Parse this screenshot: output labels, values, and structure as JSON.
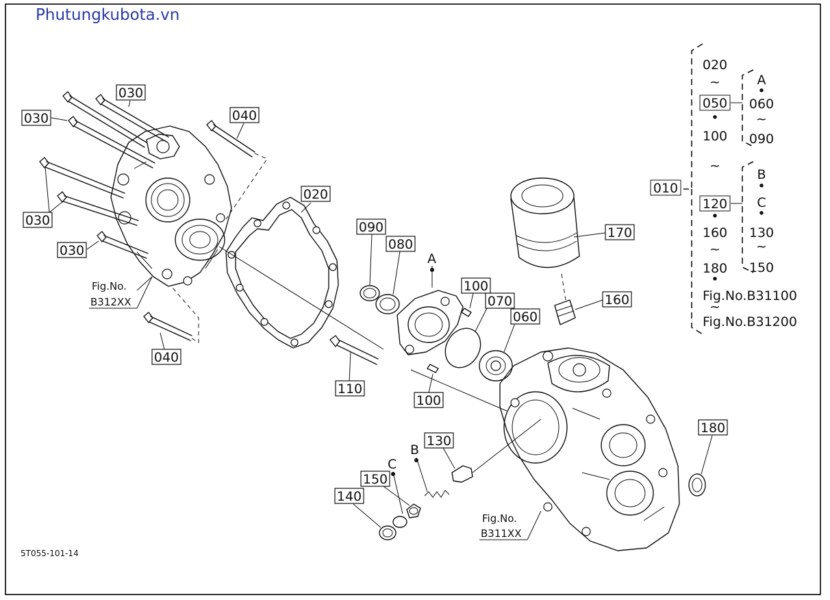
{
  "watermark": "Phutungkubota.vn",
  "drawing_code": "5T055-101-14",
  "part_labels": [
    {
      "id": "p030a",
      "text": "030"
    },
    {
      "id": "p030b",
      "text": "030"
    },
    {
      "id": "p030c",
      "text": "030"
    },
    {
      "id": "p030d",
      "text": "030"
    },
    {
      "id": "p040a",
      "text": "040"
    },
    {
      "id": "p040b",
      "text": "040"
    },
    {
      "id": "p020",
      "text": "020"
    },
    {
      "id": "p090",
      "text": "090"
    },
    {
      "id": "p080",
      "text": "080"
    },
    {
      "id": "p100a",
      "text": "100"
    },
    {
      "id": "p070",
      "text": "070"
    },
    {
      "id": "p060",
      "text": "060"
    },
    {
      "id": "p110",
      "text": "110"
    },
    {
      "id": "p100b",
      "text": "100"
    },
    {
      "id": "p170",
      "text": "170"
    },
    {
      "id": "p160",
      "text": "160"
    },
    {
      "id": "p180",
      "text": "180"
    },
    {
      "id": "p130",
      "text": "130"
    },
    {
      "id": "p150",
      "text": "150"
    },
    {
      "id": "p140",
      "text": "140"
    }
  ],
  "point_letters": {
    "a": "A",
    "b": "B",
    "c": "C"
  },
  "figure_refs": {
    "left": {
      "line1": "Fig.No.",
      "line2": "B312XX"
    },
    "right": {
      "line1": "Fig.No.",
      "line2": "B311XX"
    }
  },
  "legend": {
    "root": "010",
    "col1": [
      "020",
      "~",
      "050",
      "•",
      "100",
      "~",
      "120",
      "•",
      "160",
      "~",
      "180",
      "•",
      "Fig.No.B31100",
      "~",
      "Fig.No.B31200"
    ],
    "group_a": [
      "A",
      "•",
      "060",
      "~",
      "090"
    ],
    "group_bc": [
      "B",
      "•",
      "C",
      "•",
      "130",
      "~",
      "150"
    ],
    "boxed": [
      "010",
      "050",
      "120"
    ]
  }
}
